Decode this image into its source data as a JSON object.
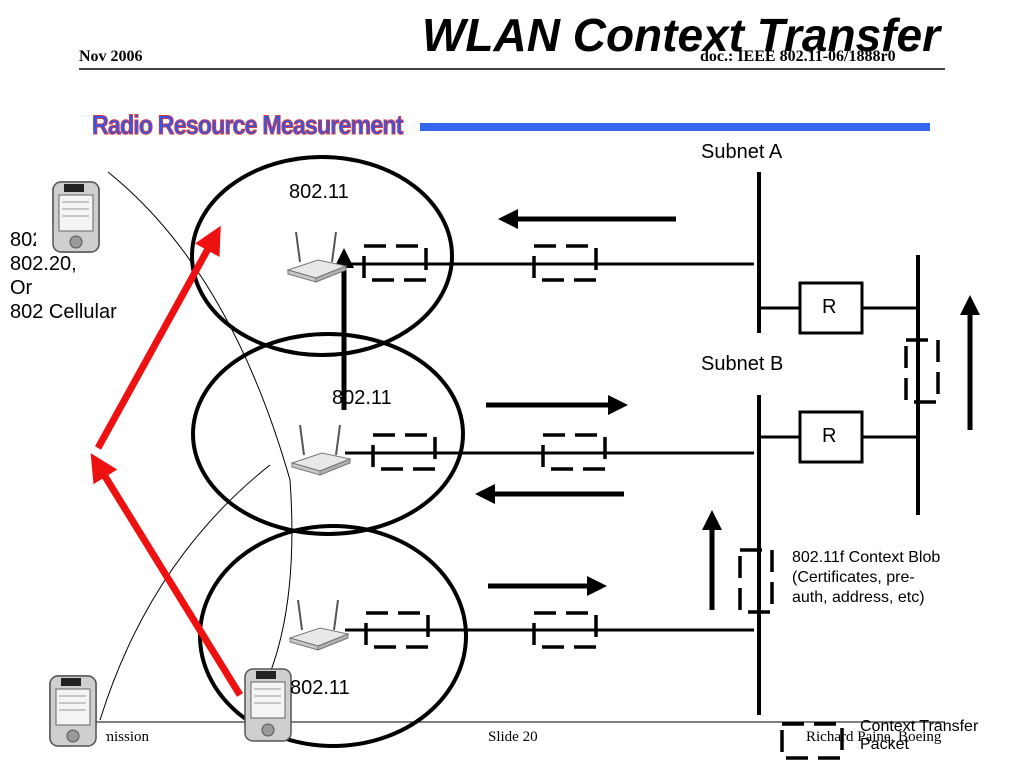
{
  "header": {
    "date": "Nov 2006",
    "title": "WLAN Context Transfer",
    "doc_id": "doc.: IEEE 802.11-06/1888r0",
    "banner": "Radio Resource Measurement"
  },
  "footer": {
    "left": "Submission",
    "center": "Slide 20",
    "right": "Richard Paine, Boeing"
  },
  "diagram": {
    "subnet_a": "Subnet A",
    "subnet_b": "Subnet B",
    "cell_top_label": "802.11",
    "cell_middle_label": "802.11",
    "cell_bottom_label": "802.11",
    "router_top": "R",
    "router_bottom": "R",
    "other_networks": [
      "802.16,",
      "802.20,",
      "Or",
      "802 Cellular"
    ],
    "blob_note": [
      "802.11f Context Blob",
      "(Certificates, pre-",
      "auth, address, etc)"
    ],
    "legend": [
      "Context Transfer",
      "Packet"
    ]
  },
  "colors": {
    "title_rule": "#000000",
    "blue_bar": "#3366ee",
    "handoff_arrows": "#ee1111",
    "banner_text": "#3355ee",
    "banner_outline": "#d63a3a"
  },
  "icons": [
    "pda-device-icon",
    "access-point-icon",
    "arrow-icon",
    "dashed-packet-icon"
  ]
}
